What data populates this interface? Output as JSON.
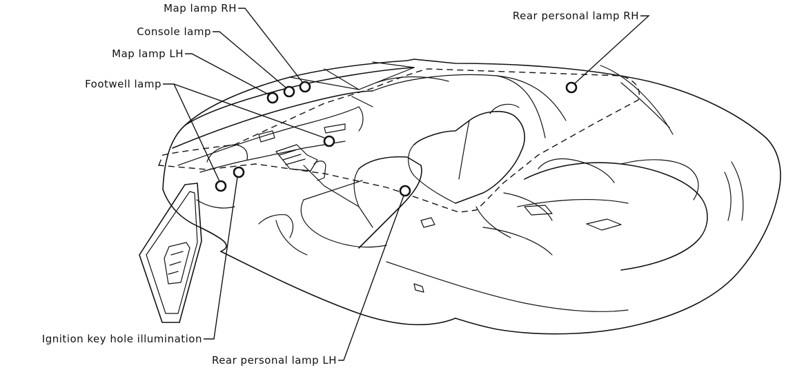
{
  "labels": {
    "map_lamp_rh": "Map lamp RH",
    "console_lamp": "Console lamp",
    "map_lamp_lh": "Map lamp LH",
    "footwell_lamp": "Footwell lamp",
    "rear_personal_lamp_rh": "Rear personal lamp RH",
    "ignition_key_hole_illumination": "Ignition key hole illumination",
    "rear_personal_lamp_lh": "Rear personal lamp LH"
  }
}
